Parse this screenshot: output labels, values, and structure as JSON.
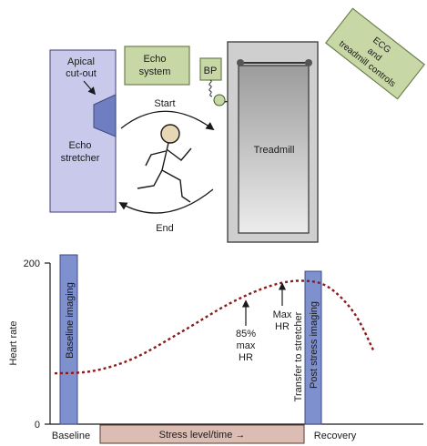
{
  "colors": {
    "stretcher_fill": "#c9c9ec",
    "stretcher_stroke": "#5b5b8a",
    "apical_fill": "#6f7ec0",
    "green_fill": "#c7d8a6",
    "green_stroke": "#6e7f4c",
    "treadmill_outer": "#cfcfcf",
    "treadmill_belt_top": "#a8a8a8",
    "treadmill_belt_bottom": "#e6e6e6",
    "imaging_bar": "#7f90cf",
    "stress_box": "#dcbdb4",
    "curve": "#8b1a1a"
  },
  "diagram": {
    "apical_label_line1": "Apical",
    "apical_label_line2": "cut-out",
    "stretcher_label_line1": "Echo",
    "stretcher_label_line2": "stretcher",
    "echo_system_line1": "Echo",
    "echo_system_line2": "system",
    "bp_label": "BP",
    "treadmill_label": "Treadmill",
    "controls_line1": "ECG",
    "controls_line2": "and",
    "controls_line3": "treadmill controls",
    "start_label": "Start",
    "end_label": "End"
  },
  "chart_data": {
    "type": "line",
    "ylabel": "Heart rate",
    "yticks": [
      "0",
      "200"
    ],
    "ylim": [
      0,
      200
    ],
    "phases": {
      "baseline": "Baseline",
      "stress": "Stress level/time →",
      "recovery": "Recovery"
    },
    "bars": {
      "baseline_imaging": "Baseline imaging",
      "post_stress_imaging": "Post stress imaging"
    },
    "annotations": {
      "hr85_line1": "85%",
      "hr85_line2": "max",
      "hr85_line3": "HR",
      "maxhr_line1": "Max",
      "maxhr_line2": "HR",
      "transfer": "Transfer to stretcher"
    },
    "x": [
      0,
      0.12,
      0.25,
      0.4,
      0.55,
      0.68,
      0.78,
      0.86,
      0.94,
      1.0
    ],
    "y": [
      63,
      66,
      82,
      115,
      150,
      172,
      178,
      170,
      138,
      92
    ]
  }
}
